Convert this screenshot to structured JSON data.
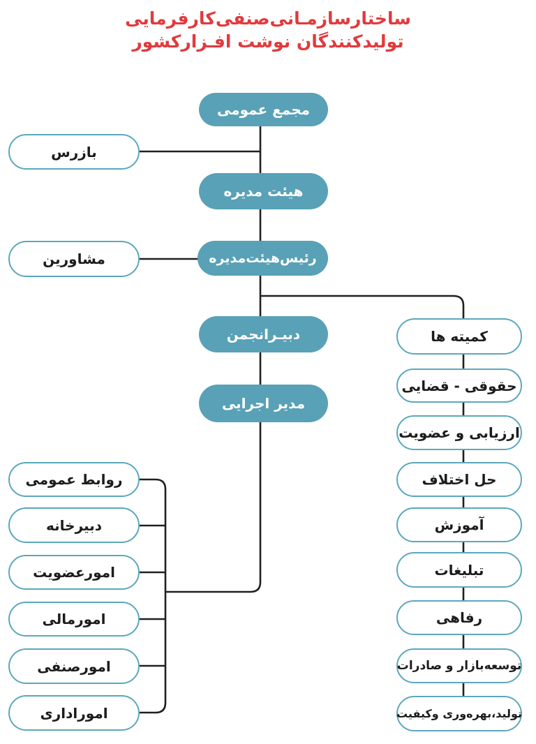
{
  "title": {
    "line1": "ساختارسازمـانی‌صنفی‌کارفرمایی",
    "line2": "تولیدکنندگان نوشت افـزارکشور"
  },
  "colors": {
    "title_red": "#e23a3d",
    "node_teal": "#59a1b6",
    "node_outline": "#5aa8bd",
    "line_black": "#231f20"
  },
  "nodes": {
    "general_assembly": {
      "label": "مجمع عمومی"
    },
    "inspector": {
      "label": "بازرس"
    },
    "board_of_directors": {
      "label": "هیئت مدیره"
    },
    "consultants": {
      "label": "مشاورین"
    },
    "board_chairman": {
      "label": "رئیس‌هیئت‌مدیره"
    },
    "association_secretary": {
      "label": "دبیـرانجمن"
    },
    "executive_manager": {
      "label": "مدیر اجرایی"
    },
    "committees_header": {
      "label": "کمیته ها"
    }
  },
  "committees": [
    {
      "label": "حقوقی - قضایی"
    },
    {
      "label": "ارزیابی و عضویت"
    },
    {
      "label": "حل اختلاف"
    },
    {
      "label": "آموزش"
    },
    {
      "label": "تبلیغات"
    },
    {
      "label": "رفاهی"
    },
    {
      "label": "توسعه‌بازار و صادرات"
    },
    {
      "label": "تولید،بهره‌وری وکیفیت"
    }
  ],
  "departments": [
    {
      "label": "روابط عمومی"
    },
    {
      "label": "دبیرخانه"
    },
    {
      "label": "امورعضویت"
    },
    {
      "label": "امورمالی"
    },
    {
      "label": "امورصنفی"
    },
    {
      "label": "اموراداری"
    }
  ]
}
